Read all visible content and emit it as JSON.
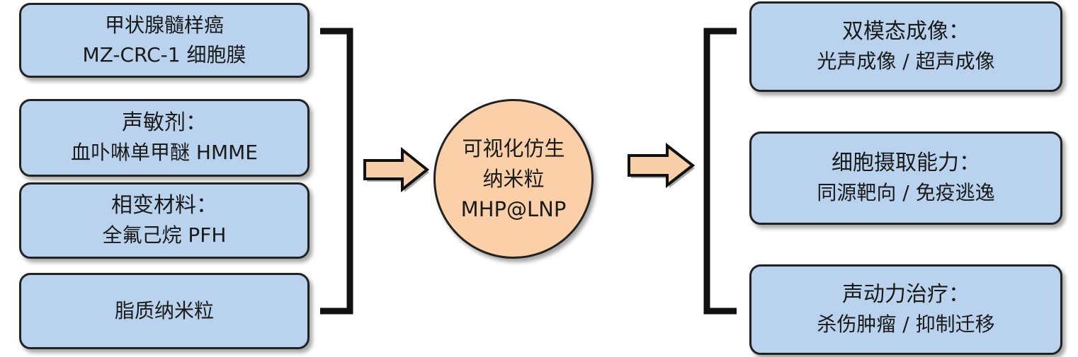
{
  "inputs": [
    {
      "lines": [
        "甲状腺髓样癌",
        "MZ-CRC-1 细胞膜"
      ]
    },
    {
      "lines": [
        "声敏剂：",
        "血卟啉单甲醚 HMME"
      ]
    },
    {
      "lines": [
        "相变材料：",
        "全氟己烷 PFH"
      ]
    },
    {
      "lines": [
        "脂质纳米粒"
      ]
    }
  ],
  "center": {
    "lines": [
      "可视化仿生",
      "纳米粒",
      "MHP@LNP"
    ]
  },
  "outputs": [
    {
      "lines": [
        "双模态成像：",
        "光声成像 / 超声成像"
      ]
    },
    {
      "lines": [
        "细胞摄取能力：",
        "同源靶向 / 免疫逃逸"
      ]
    },
    {
      "lines": [
        "声动力治疗：",
        "杀伤肿瘤 / 抑制迁移"
      ]
    }
  ],
  "colors": {
    "box_fill": "#b9d3ee",
    "circle_fill": "#fbd0a8",
    "arrow_fill": "#f6cfa8",
    "stroke": "#222222"
  }
}
